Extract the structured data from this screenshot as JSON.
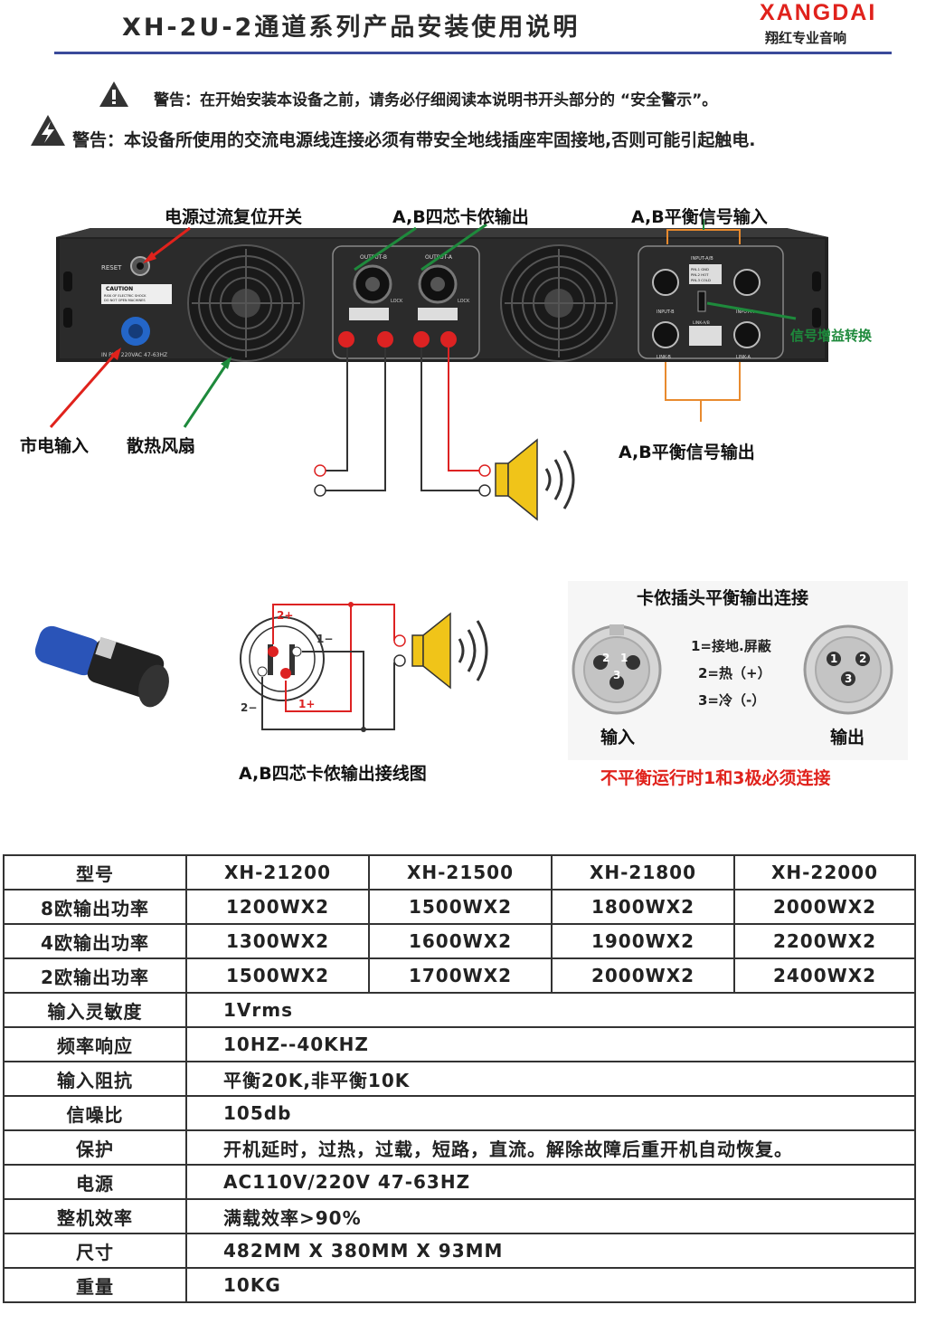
{
  "header": {
    "title": "XH-2U-2通道系列产品安装使用说明",
    "brand": "XANGDAI",
    "brand_sub": "翔红专业音响"
  },
  "warnings": [
    "警告：在开始安装本设备之前，请务必仔细阅读本说明书开头部分的 “安全警示”。",
    "警告：本设备所使用的交流电源线连接必须有带安全地线插座牢固接地,否则可能引起触电."
  ],
  "diagram": {
    "labels": {
      "reset_switch": "电源过流复位开关",
      "speakon_out": "A,B四芯卡侬输出",
      "balanced_in": "A,B平衡信号输入",
      "mains_in": "市电输入",
      "fan": "散热风扇",
      "gain_switch": "信号增益转换",
      "balanced_out": "A,B平衡信号输出"
    },
    "panel_text": {
      "reset": "RESET",
      "caution": "CAUTION",
      "caution_sub1": "RISK OF ELECTRIC SHOCK",
      "caution_sub2": "DO NOT OPEN MACHINES",
      "power_in": "IN PUT 220VAC 47-63HZ",
      "output_b": "OUTPUT-B",
      "output_a": "OUTPUT-A",
      "lock": "LOCK",
      "input_ab": "INPUT-A/B",
      "input_b": "INPUT-B",
      "input_a": "INPUT-A",
      "link_ab": "LINK-A/B",
      "link_b": "LINK-B",
      "link_a": "LINK-A",
      "pin1": "PIN-1 GND",
      "pin2": "PIN-2 HOT",
      "pin3": "PIN-3 COLD"
    }
  },
  "wiring": {
    "caption": "A,B四芯卡侬输出接线图",
    "pins": [
      "2+",
      "1−",
      "2−",
      "1+"
    ],
    "xlr_title": "卡侬插头平衡输出连接",
    "pin_legend": [
      "1=接地.屏蔽",
      "2=热（+）",
      "3=冷（-）"
    ],
    "xlr_in": "输入",
    "xlr_out": "输出",
    "note": "不平衡运行时1和3极必须连接"
  },
  "spec_table": {
    "model_header": "型号",
    "models": [
      "XH-21200",
      "XH-21500",
      "XH-21800",
      "XH-22000"
    ],
    "power_rows": [
      {
        "label": "8欧输出功率",
        "values": [
          "1200WX2",
          "1500WX2",
          "1800WX2",
          "2000WX2"
        ]
      },
      {
        "label": "4欧输出功率",
        "values": [
          "1300WX2",
          "1600WX2",
          "1900WX2",
          "2200WX2"
        ]
      },
      {
        "label": "2欧输出功率",
        "values": [
          "1500WX2",
          "1700WX2",
          "2000WX2",
          "2400WX2"
        ]
      }
    ],
    "spec_rows": [
      {
        "label": "输入灵敏度",
        "value": "1Vrms"
      },
      {
        "label": "频率响应",
        "value": "10HZ--40KHZ"
      },
      {
        "label": "输入阻抗",
        "value": "平衡20K,非平衡10K"
      },
      {
        "label": "信噪比",
        "value": "105db"
      },
      {
        "label": "保护",
        "value": "开机延时，过热，过载，短路，直流。解除故障后重开机自动恢复。"
      },
      {
        "label": "电源",
        "value": "AC110V/220V    47-63HZ"
      },
      {
        "label": "整机效率",
        "value": "满载效率>90%"
      },
      {
        "label": "尺寸",
        "value": "482MM X 380MM X 93MM"
      },
      {
        "label": "重量",
        "value": "10KG"
      }
    ]
  }
}
